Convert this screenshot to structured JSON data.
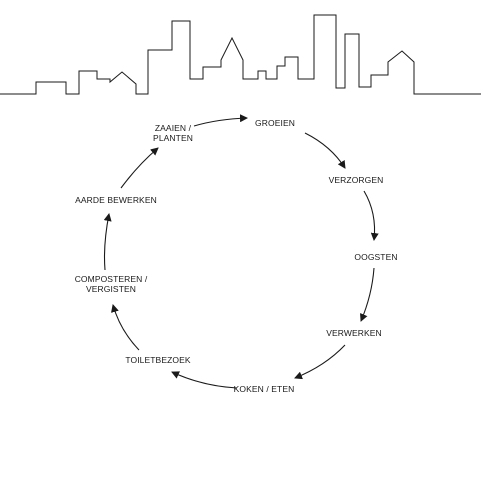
{
  "diagram": {
    "nodes": [
      {
        "id": "groeien",
        "lines": [
          "GROEIEN"
        ]
      },
      {
        "id": "verzorgen",
        "lines": [
          "VERZORGEN"
        ]
      },
      {
        "id": "oogsten",
        "lines": [
          "OOGSTEN"
        ]
      },
      {
        "id": "verwerken",
        "lines": [
          "VERWERKEN"
        ]
      },
      {
        "id": "koken-eten",
        "lines": [
          "KOKEN / ETEN"
        ]
      },
      {
        "id": "toiletbezoek",
        "lines": [
          "TOILETBEZOEK"
        ]
      },
      {
        "id": "composteren-vergisten",
        "lines": [
          "COMPOSTEREN /",
          "VERGISTEN"
        ]
      },
      {
        "id": "aarde-bewerken",
        "lines": [
          "AARDE BEWERKEN"
        ]
      },
      {
        "id": "zaaien-planten",
        "lines": [
          "ZAAIEN /",
          "PLANTEN"
        ]
      }
    ],
    "edges": [
      {
        "from": "zaaien-planten",
        "to": "groeien"
      },
      {
        "from": "groeien",
        "to": "verzorgen"
      },
      {
        "from": "verzorgen",
        "to": "oogsten"
      },
      {
        "from": "oogsten",
        "to": "verwerken"
      },
      {
        "from": "verwerken",
        "to": "koken-eten"
      },
      {
        "from": "koken-eten",
        "to": "toiletbezoek"
      },
      {
        "from": "toiletbezoek",
        "to": "composteren-vergisten"
      },
      {
        "from": "composteren-vergisten",
        "to": "aarde-bewerken"
      },
      {
        "from": "aarde-bewerken",
        "to": "zaaien-planten"
      }
    ]
  },
  "colors": {
    "line": "#1a1a1a",
    "background": "#ffffff"
  }
}
